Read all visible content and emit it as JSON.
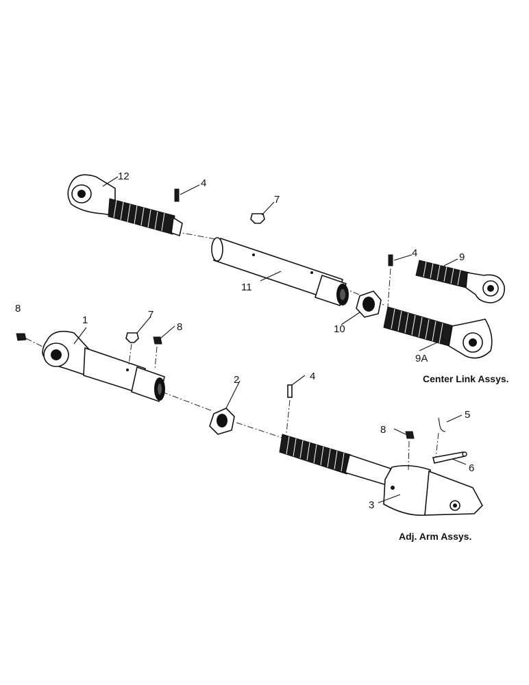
{
  "captions": {
    "center_link": "Center Link Assys.",
    "adj_arm": "Adj. Arm Assys."
  },
  "callouts": {
    "c1": "1",
    "c2": "2",
    "c3": "3",
    "c4a": "4",
    "c4b": "4",
    "c4c": "4",
    "c5": "5",
    "c6": "6",
    "c7a": "7",
    "c7b": "7",
    "c8a": "8",
    "c8b": "8",
    "c8c": "8",
    "c9": "9",
    "c9a": "9A",
    "c10": "10",
    "c11": "11",
    "c12": "12"
  }
}
